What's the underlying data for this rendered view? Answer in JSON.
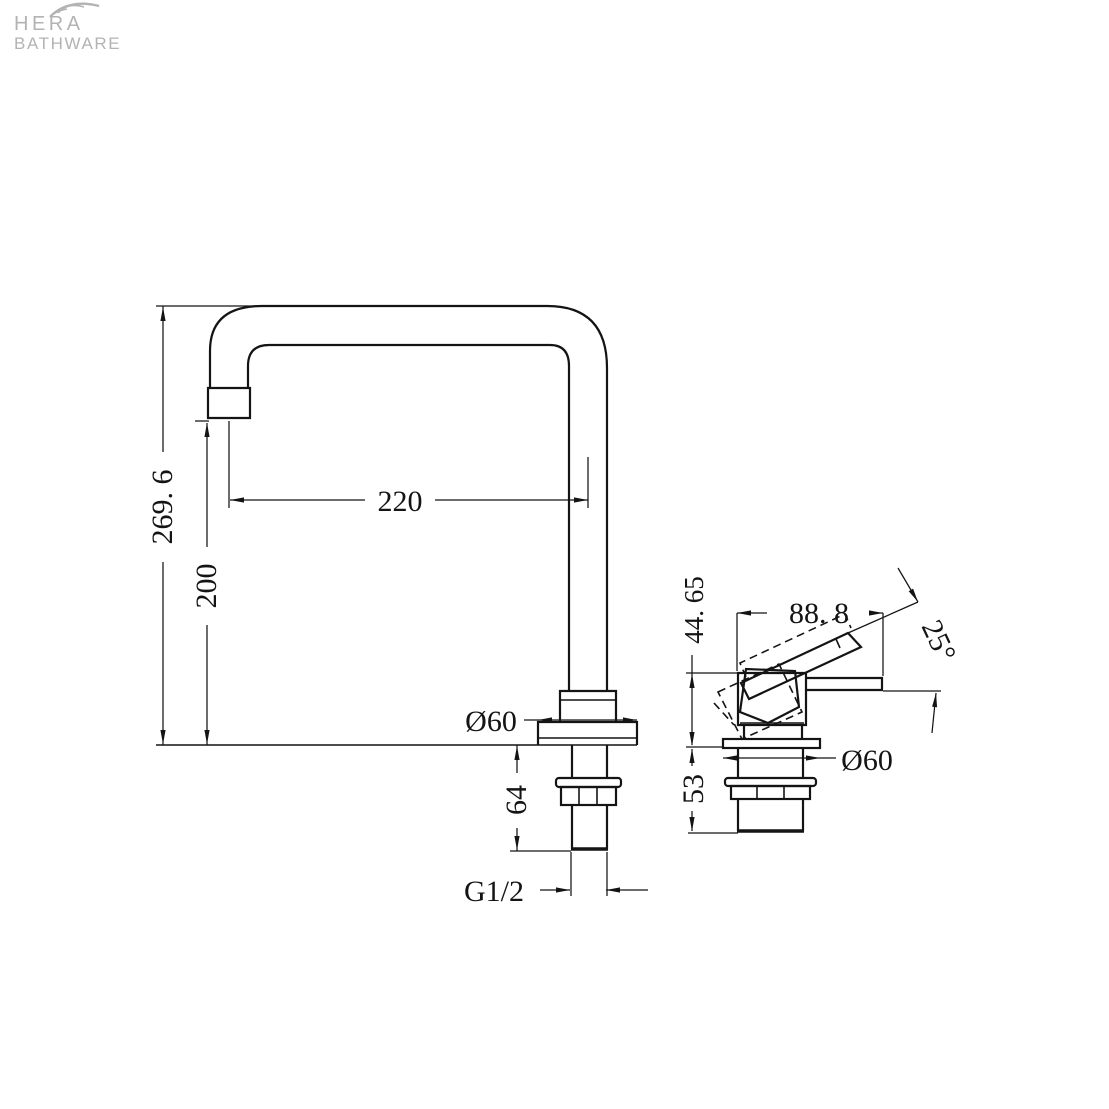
{
  "logo": {
    "name_line1": "HERA",
    "name_line2": "BATHWARE"
  },
  "drawing": {
    "front_view": {
      "total_height": "269. 6",
      "spout_height": "200",
      "spout_reach": "220",
      "base_diameter": "Ø60",
      "under_bench_depth": "64",
      "thread_size": "G1/2"
    },
    "side_view": {
      "body_height": "44. 65",
      "handle_reach": "88. 8",
      "handle_angle": "25°",
      "base_diameter": "Ø60",
      "under_bench_depth": "53"
    }
  },
  "colors": {
    "line": "#141414",
    "logo": "#b3b3b3",
    "background": "#ffffff"
  }
}
